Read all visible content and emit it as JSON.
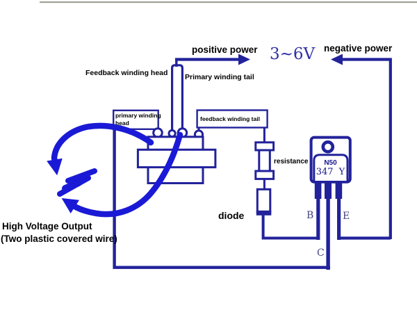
{
  "diagram": {
    "title_context": "blocking oscillator high-voltage supply wiring diagram",
    "power": {
      "positive_label": "positive power",
      "voltage": "3~6V",
      "negative_label": "negative power"
    },
    "windings": {
      "feedback_head": "Feedback winding head",
      "primary_tail": "Primary winding tail",
      "primary_head_line1": "primary winding",
      "primary_head_line2": "head",
      "feedback_tail": "feedback winding tail"
    },
    "components": {
      "resistance_label": "resistance",
      "diode_label": "diode",
      "transistor_marking_line1": "N50",
      "transistor_marking_line2": "347 Y",
      "pin_base": "B",
      "pin_collector": "C",
      "pin_emitter": "E"
    },
    "output": {
      "line1": "High Voltage Output",
      "line2": "(Two plastic covered wire)"
    },
    "colors": {
      "wire_navy": "#22229b",
      "annotation_blue": "#1a1ad6",
      "label_black": "#000000",
      "chip_text_navy": "#16168c",
      "pin_text": "#44447e",
      "voltage_text": "#3030a6",
      "top_line_gray": "#a0a098"
    }
  }
}
